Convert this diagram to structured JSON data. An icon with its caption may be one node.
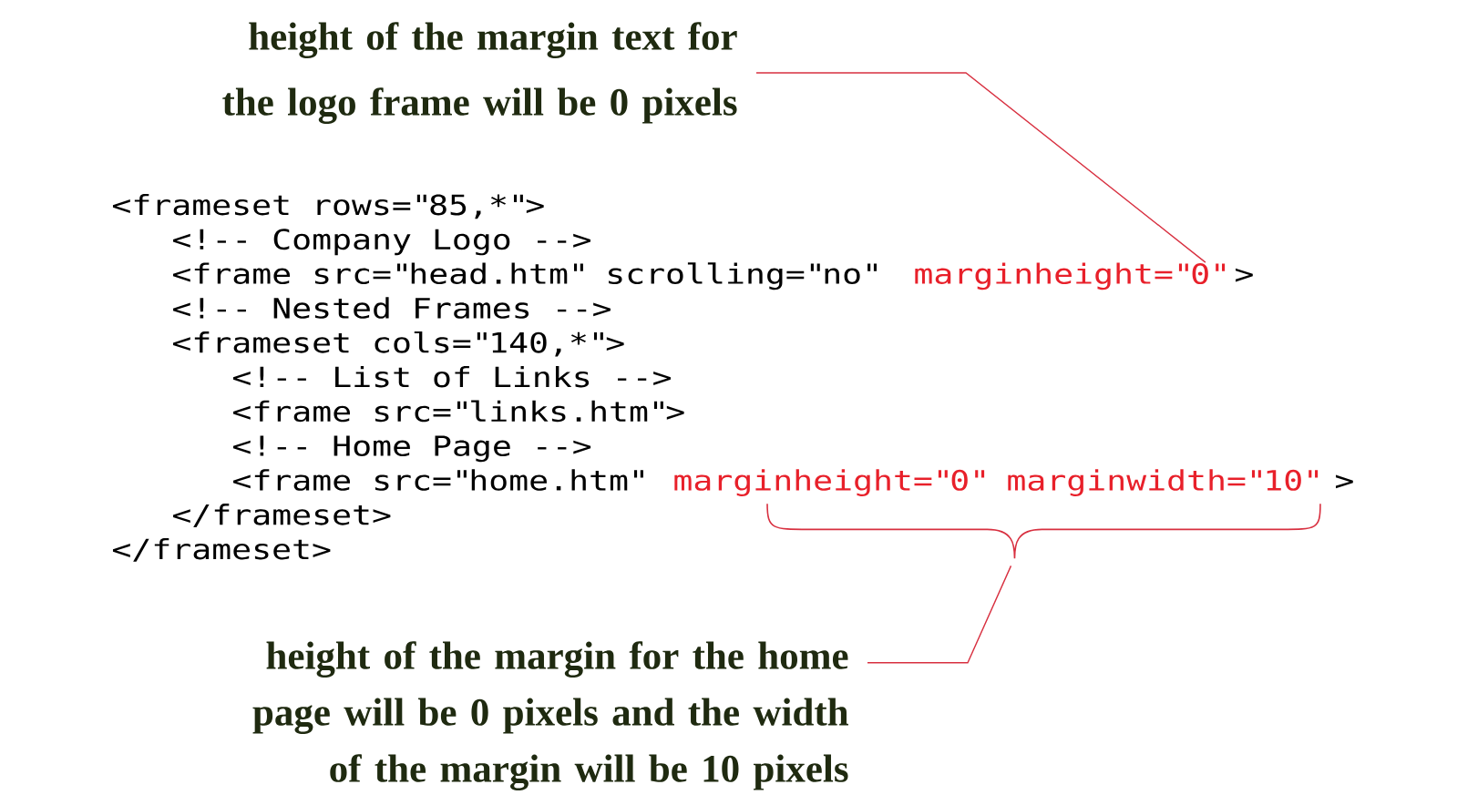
{
  "diagram": {
    "nodes": [
      {
        "text": [
          "height of the margin text for the logo frame will be 0 pixels"
        ]
      },
      {
        "text": [
          "marginheight=\"0\""
        ]
      },
      {
        "text": [
          "height of the margin for the home page will be 0 pixels and the width of the margin will be 10 pixels"
        ]
      },
      {
        "text": [
          "marginheight=\"0\" marginwidth=\"10\""
        ]
      }
    ],
    "edges": [
      {
        "from": 0,
        "to": 1,
        "arrow": "none"
      },
      {
        "from": 2,
        "to": 3,
        "arrow": "none"
      }
    ],
    "labels": [
      "<frameset rows=\"85,*\">",
      "<!-- Company Logo -->",
      "<frame src=\"head.htm\" scrolling=\"no\"",
      ">",
      "<!-- Nested Frames -->",
      "<frameset cols=\"140,*\">",
      "<!-- List of Links -->",
      "<frame src=\"links.htm\">",
      "<!-- Home Page -->",
      "<frame src=\"home.htm\"",
      ">",
      "</frameset>",
      "</frameset>"
    ]
  }
}
